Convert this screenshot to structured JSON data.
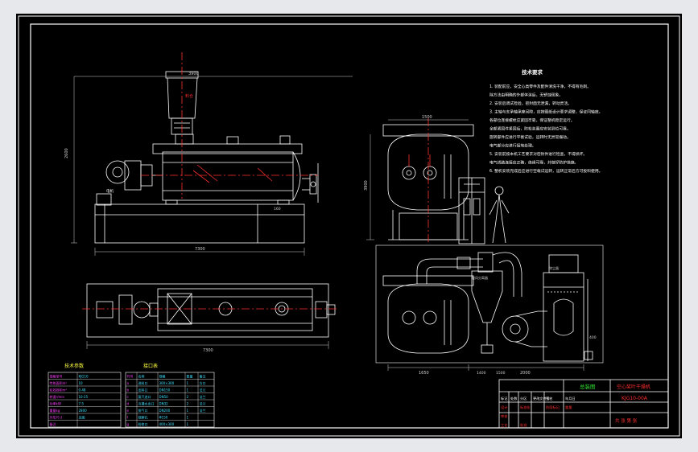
{
  "colors": {
    "background": "#e6e8ec",
    "sheet": "#000000",
    "line": "#ffffff",
    "centerline": "#ff3030",
    "hatch": "#ff3030",
    "dimension": "#d0d0d0",
    "text": "#ffffff",
    "title_green": "#30e030",
    "title_red": "#ff3030",
    "title_yellow": "#ffff40",
    "table_text": "#ff40ff",
    "table_value": "#40e0ff"
  },
  "notes": {
    "heading": "技术要求",
    "lines": [
      "1. 装配前应，安全心类零件及配件清洗干净，不得有毛刺。",
      "   除方法由明确的外部体涂后，无锈蚀现象。",
      "2. 安装后调试检验，密封面无泄漏，转动灵活。",
      "3. 主轴与支承轴承座间隙，应按图纸设计要求调整，保证同轴度。",
      "   各部位连接螺栓应紧固牢靠，保证整机稳定运行。",
      "   全部紧固件紧固后，防松装置应安装到位可靠。",
      "   旋转部件应进行平衡试验，运转时无异常振动。",
      "   电气部分应进行接地处理。",
      "5. 安装前按本机工艺要求对密封件进行检查，不得损坏。",
      "   电气线路连接应正确，绝缘可靠，并做好防护措施。",
      "6. 整机安装完成后应进行空载试运转，运转正常后方可投料使用。"
    ]
  },
  "tech_table": {
    "title": "技术参数",
    "rows": [
      [
        "规格型号",
        "KJG10"
      ],
      [
        "传热面积m²",
        "10"
      ],
      [
        "有效容积m³",
        "0.48"
      ],
      [
        "转速r/min",
        "10-25"
      ],
      [
        "功率kW",
        "7.5"
      ],
      [
        "重量kg",
        "2800"
      ],
      [
        "外形尺寸",
        "见图"
      ],
      [
        "备注",
        ""
      ]
    ]
  },
  "port_table": {
    "title": "接口表",
    "rows": [
      [
        "代号",
        "名称",
        "规格",
        "数量",
        "备注"
      ],
      [
        "a",
        "进料口",
        "300×300",
        "1",
        "方口"
      ],
      [
        "b",
        "出料口",
        "DN150",
        "1",
        "法兰"
      ],
      [
        "c",
        "蒸汽进口",
        "DN50",
        "2",
        "法兰"
      ],
      [
        "d",
        "冷凝水出口",
        "DN32",
        "2",
        "法兰"
      ],
      [
        "e",
        "排气口",
        "DN200",
        "1",
        "法兰"
      ],
      [
        "f",
        "观察孔",
        "Φ150",
        "1",
        ""
      ],
      [
        "g",
        "检修口",
        "400×300",
        "1",
        ""
      ]
    ]
  },
  "title_block": {
    "drawing_name": "总装图",
    "project": "空心桨叶干燥机",
    "drawing_no": "KJG10-00A",
    "rows": [
      [
        "标记",
        "处数",
        "分区",
        "更改文件号",
        "签名",
        "年月日"
      ],
      [
        "设计",
        "",
        "标准化",
        "",
        "阶段标记",
        "重量"
      ],
      [
        "审核",
        "",
        "",
        "",
        "",
        ""
      ],
      [
        "工艺",
        "",
        "批准",
        "",
        "",
        ""
      ]
    ],
    "footer": "共  张    第  张"
  },
  "dimensions": {
    "elevation_width": "7300",
    "elevation_height": "2600",
    "hopper_top": "3900",
    "plan_width": "7300",
    "vessel_width": "1500",
    "vessel_height": "3900",
    "lower_width": "1650",
    "lower_span": "2000",
    "dim_small_a": "160",
    "dim_small_b": "400",
    "dim_small_c": "1400",
    "dim_small_d": "1500"
  },
  "labels": {
    "hopper_tag": "料仓",
    "motor_tag": "电机",
    "cyclone_tag": "旋风分离器",
    "scrubber_tag": "除尘器"
  }
}
